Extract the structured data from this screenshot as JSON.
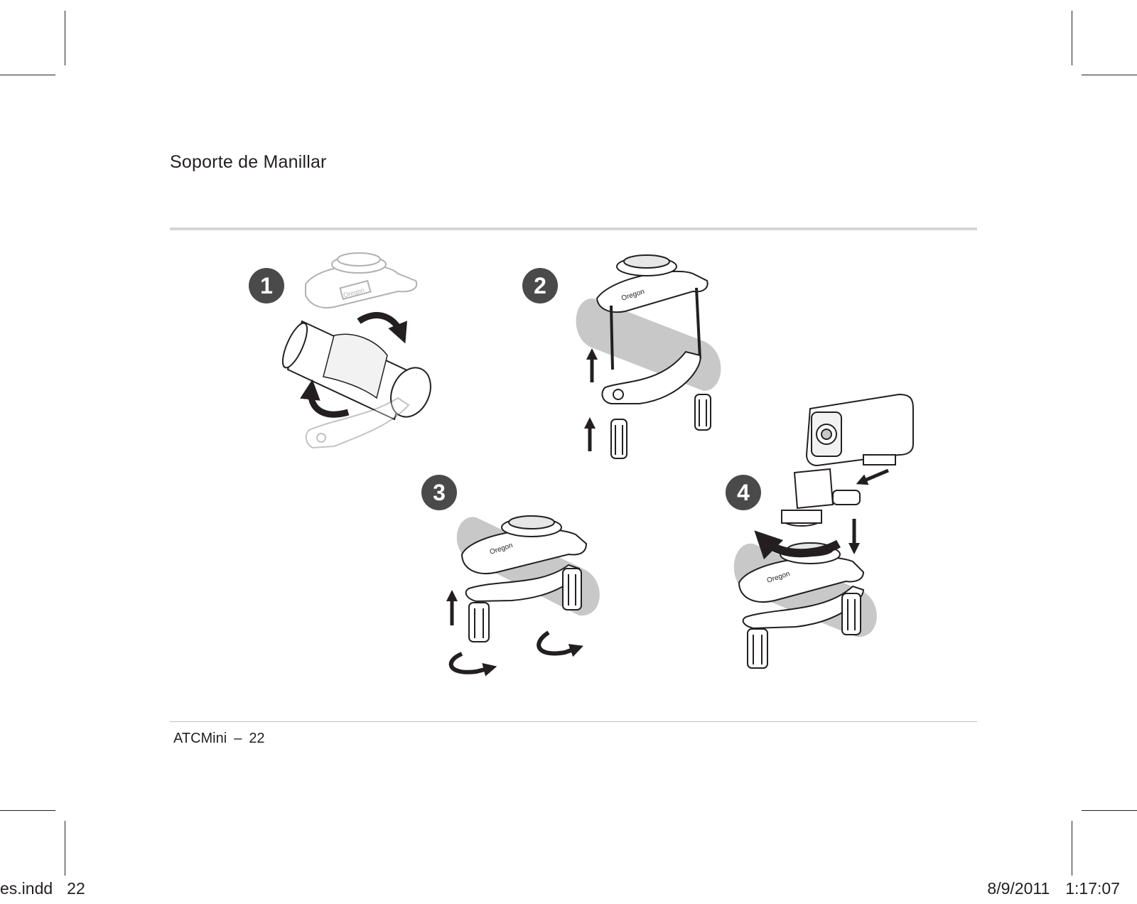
{
  "page": {
    "section_title": "Soporte de Manillar",
    "footer": {
      "product": "ATCMini",
      "separator": "–",
      "page_number": "22"
    },
    "slug": {
      "file": "es.indd",
      "page": "22",
      "date": "8/9/2011",
      "time": "1:17:07"
    }
  },
  "steps": [
    {
      "number": "1",
      "brand": "Oregon"
    },
    {
      "number": "2",
      "brand": "Oregon"
    },
    {
      "number": "3",
      "brand": "Oregon"
    },
    {
      "number": "4",
      "brand": "Oregon"
    }
  ],
  "colors": {
    "badge": "#4a4a4a",
    "tube": "#c8c8c8",
    "ink": "#231f20",
    "rule": "#d5d5d5"
  }
}
